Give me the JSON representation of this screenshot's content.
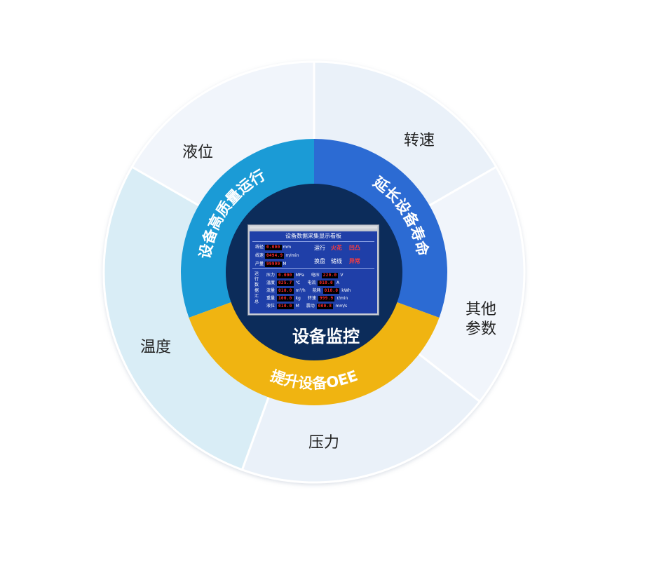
{
  "outer_ring": {
    "labels": {
      "liquid_level": "液位",
      "rotation_speed": "转速",
      "other_params_1": "其他",
      "other_params_2": "参数",
      "pressure": "压力",
      "temperature": "温度"
    }
  },
  "middle_ring": {
    "left": "设备高质量运行",
    "right": "延长设备寿命",
    "bottom": "提升设备OEE"
  },
  "center": {
    "title": "设备监控"
  },
  "board": {
    "title": "设备数据采集显示看板",
    "line_diameter_label": "线径",
    "line_diameter_value": "0.000",
    "line_diameter_unit": "mm",
    "line_speed_label": "线速",
    "line_speed_value": "0494.9",
    "line_speed_unit": "m/min",
    "output_label": "产量",
    "output_value": "99999",
    "output_unit": "M",
    "run_label": "运行",
    "spark_label": "火花",
    "bump_label": "凹凸",
    "change_label": "换盘",
    "store_label": "储线",
    "abnormal_label": "异常",
    "side_label": "运行数据汇总",
    "rows": [
      {
        "l1": "压力",
        "v1": "0.000",
        "u1": "MPa",
        "l2": "电压",
        "v2": "220.0",
        "u2": "V"
      },
      {
        "l1": "温度",
        "v1": "025.7",
        "u1": "℃",
        "l2": "电流",
        "v2": "010.0",
        "u2": "A"
      },
      {
        "l1": "流量",
        "v1": "010.0",
        "u1": "m³/h",
        "l2": "能耗",
        "v2": "010.0",
        "u2": "kWh"
      },
      {
        "l1": "重量",
        "v1": "100.0",
        "u1": "kg",
        "l2": "转速",
        "v2": "999.9",
        "u2": "r/min"
      },
      {
        "l1": "液位",
        "v1": "010.0",
        "u1": "M",
        "l2": "震动",
        "v2": "000.8",
        "u2": "mm/s"
      }
    ]
  },
  "colors": {
    "outer_light": "#eaf1f9",
    "outer_lighter": "#f1f5fb",
    "outer_cyan": "#d9edf6",
    "mid_left": "#1b9bd6",
    "mid_right": "#2c6bd3",
    "mid_bottom": "#f0b411",
    "inner": "#0c2c5a"
  }
}
